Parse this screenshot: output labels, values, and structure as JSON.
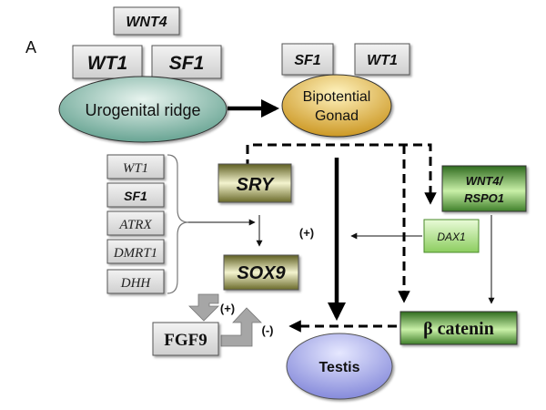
{
  "panel_label": "A",
  "nodes": {
    "wnt4_top": "WNT4",
    "wt1_top": "WT1",
    "sf1_top": "SF1",
    "urogenital_ridge": "Urogenital ridge",
    "sf1_gonad": "SF1",
    "wt1_gonad": "WT1",
    "bipotential_line1": "Bipotential",
    "bipotential_line2": "Gonad",
    "list_wt1": "WT1",
    "list_sf1": "SF1",
    "list_atrx": "ATRX",
    "list_dmrt1": "DMRT1",
    "list_dhh": "DHH",
    "sry": "SRY",
    "sox9": "SOX9",
    "fgf9": "FGF9",
    "wnt4_rspo1_line1": "WNT4/",
    "wnt4_rspo1_line2": "RSPO1",
    "dax1": "DAX1",
    "beta_catenin": "β catenin",
    "testis": "Testis"
  },
  "signs": {
    "plus_main": "(+)",
    "plus_fgf9": "(+)",
    "minus_fgf9": "(-)"
  },
  "colors": {
    "gray_box": "#d9d9d9",
    "gray_box_border": "#555555",
    "green_dark": "#2f6b1f",
    "green_light": "#c9f0a8",
    "olive_dark": "#6b6b2a",
    "olive_light": "#f3f3c8",
    "teal_ellipse": "#7fb8a8",
    "gold_ellipse": "#e0b23a",
    "purple_ellipse": "#9a9ee6"
  }
}
